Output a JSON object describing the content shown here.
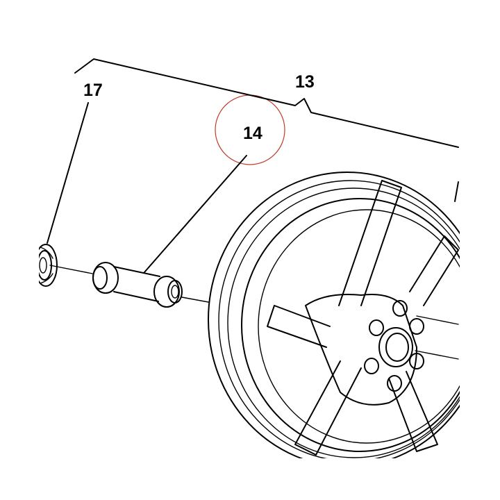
{
  "diagram": {
    "callouts": {
      "c13": "13",
      "c14": "14",
      "c17": "17"
    },
    "colors": {
      "ink": "#000000",
      "highlight": "#c0392b",
      "paper": "#ffffff"
    }
  }
}
